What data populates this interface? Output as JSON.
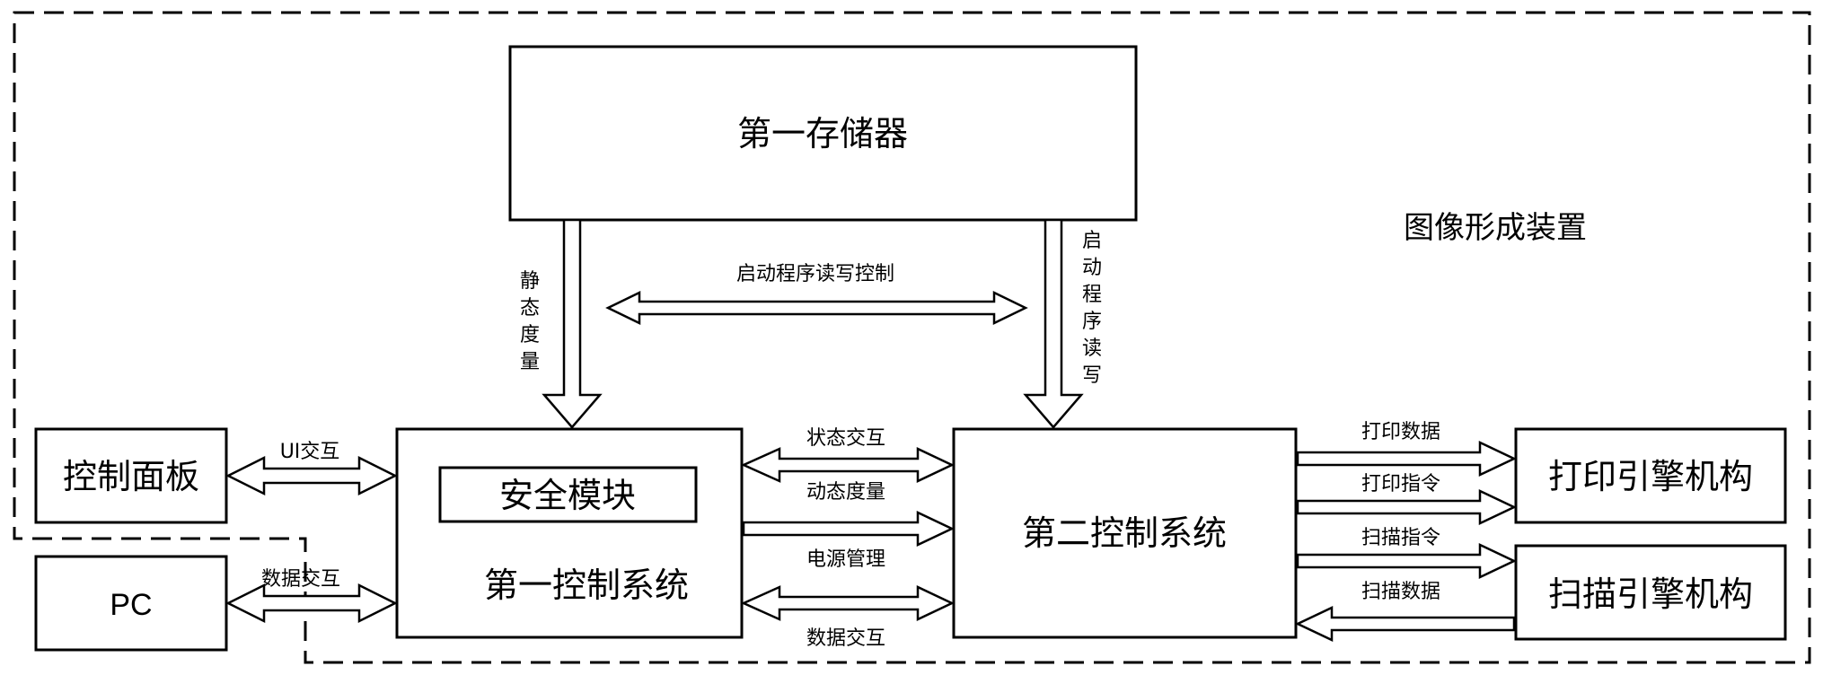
{
  "device_label": "图像形成装置",
  "blocks": {
    "memory": "第一存储器",
    "control_panel": "控制面板",
    "pc": "PC",
    "security_module": "安全模块",
    "first_control": "第一控制系统",
    "second_control": "第二控制系统",
    "print_engine": "打印引擎机构",
    "scan_engine": "扫描引擎机构"
  },
  "links": {
    "static_measure": "静态度量",
    "boot_rw_control": "启动程序读写控制",
    "boot_rw": "启动程序读写",
    "ui_interaction": "UI交互",
    "pc_data_interaction": "数据交互",
    "status_interaction": "状态交互",
    "dynamic_measure": "动态度量",
    "power_management": "电源管理",
    "data_interaction": "数据交互",
    "print_data": "打印数据",
    "print_command": "打印指令",
    "scan_command": "扫描指令",
    "scan_data": "扫描数据"
  }
}
